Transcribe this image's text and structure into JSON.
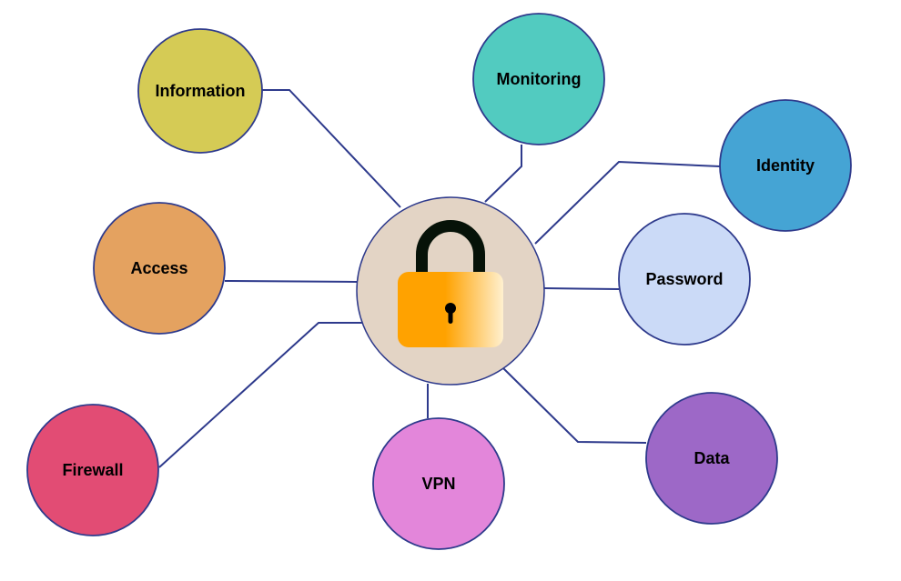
{
  "diagram": {
    "center": {
      "icon": "padlock-icon",
      "fill": "#e3d4c5"
    },
    "line_color": "#2e3a8c",
    "nodes": [
      {
        "id": "information",
        "label": "Information",
        "fill": "#d5cb55"
      },
      {
        "id": "monitoring",
        "label": "Monitoring",
        "fill": "#52cbc0"
      },
      {
        "id": "identity",
        "label": "Identity",
        "fill": "#45a4d4"
      },
      {
        "id": "access",
        "label": "Access",
        "fill": "#e4a260"
      },
      {
        "id": "password",
        "label": "Password",
        "fill": "#cbdaf7"
      },
      {
        "id": "firewall",
        "label": "Firewall",
        "fill": "#e24c74"
      },
      {
        "id": "vpn",
        "label": "VPN",
        "fill": "#e386da"
      },
      {
        "id": "data",
        "label": "Data",
        "fill": "#9d68c7"
      }
    ]
  }
}
